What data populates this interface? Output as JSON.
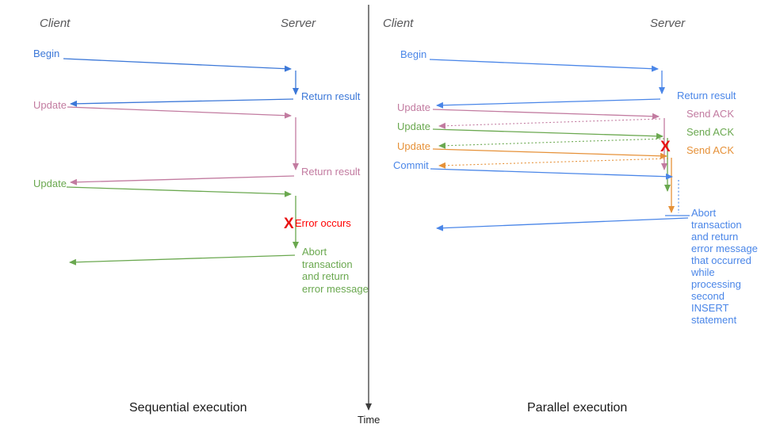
{
  "axis": {
    "time_label": "Time"
  },
  "left": {
    "title": "Sequential execution",
    "client_header": "Client",
    "server_header": "Server",
    "begin": "Begin",
    "return_result_1": "Return result",
    "update_1": "Update",
    "return_result_2": "Return result",
    "update_2": "Update",
    "error_x": "X",
    "error_label": "Error occurs",
    "abort_lines": [
      "Abort",
      "transaction",
      "and return",
      "error message"
    ]
  },
  "right": {
    "title": "Parallel execution",
    "client_header": "Client",
    "server_header": "Server",
    "begin": "Begin",
    "return_result": "Return result",
    "update_1": "Update",
    "send_ack_1": "Send ACK",
    "update_2": "Update",
    "send_ack_2": "Send ACK",
    "update_3": "Update",
    "send_ack_3": "Send ACK",
    "commit": "Commit",
    "error_x": "X",
    "abort_lines": [
      "Abort",
      "transaction",
      "and return",
      "error message",
      "that occurred",
      "while",
      "processing",
      "second",
      "INSERT",
      "statement"
    ]
  },
  "colors": {
    "blue_left": "#3c78d8",
    "blue_right": "#4a86e8",
    "pink": "#c27ba0",
    "green": "#6aa84f",
    "orange": "#e69138",
    "red_text": "#ff0000",
    "red_x": "#e81313",
    "header_gray": "#58585a",
    "axis_dark": "#3d3d3d"
  }
}
